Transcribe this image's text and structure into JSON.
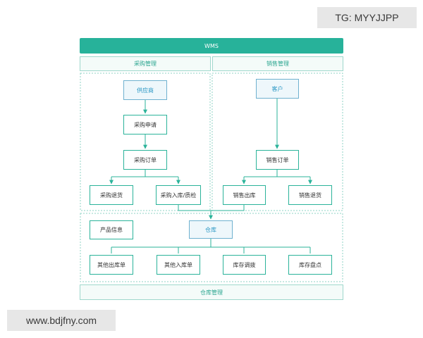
{
  "watermarks": {
    "top_right": "TG: MYYJJPP",
    "bottom_left": "www.bdjfny.com"
  },
  "colors": {
    "accent": "#27b29a",
    "highlight_text": "#2a97c5",
    "highlight_bg": "#eef7fb"
  },
  "diagram": {
    "title": "WMS",
    "procurement_header": "采购管理",
    "sales_header": "销售管理",
    "warehouse_footer": "仓库管理",
    "procurement": {
      "supplier": "供应商",
      "request": "采购申请",
      "order": "采购订单",
      "return": "采购退货",
      "inbound_qc": "采购入库/质检"
    },
    "sales": {
      "customer": "客户",
      "order": "销售订单",
      "outbound": "销售出库",
      "return": "销售退货"
    },
    "warehouse": {
      "product_info": "产品信息",
      "warehouse": "仓库",
      "other_outbound": "其他出库单",
      "other_inbound": "其他入库单",
      "transfer": "库存调拨",
      "stocktake": "库存盘点"
    }
  }
}
